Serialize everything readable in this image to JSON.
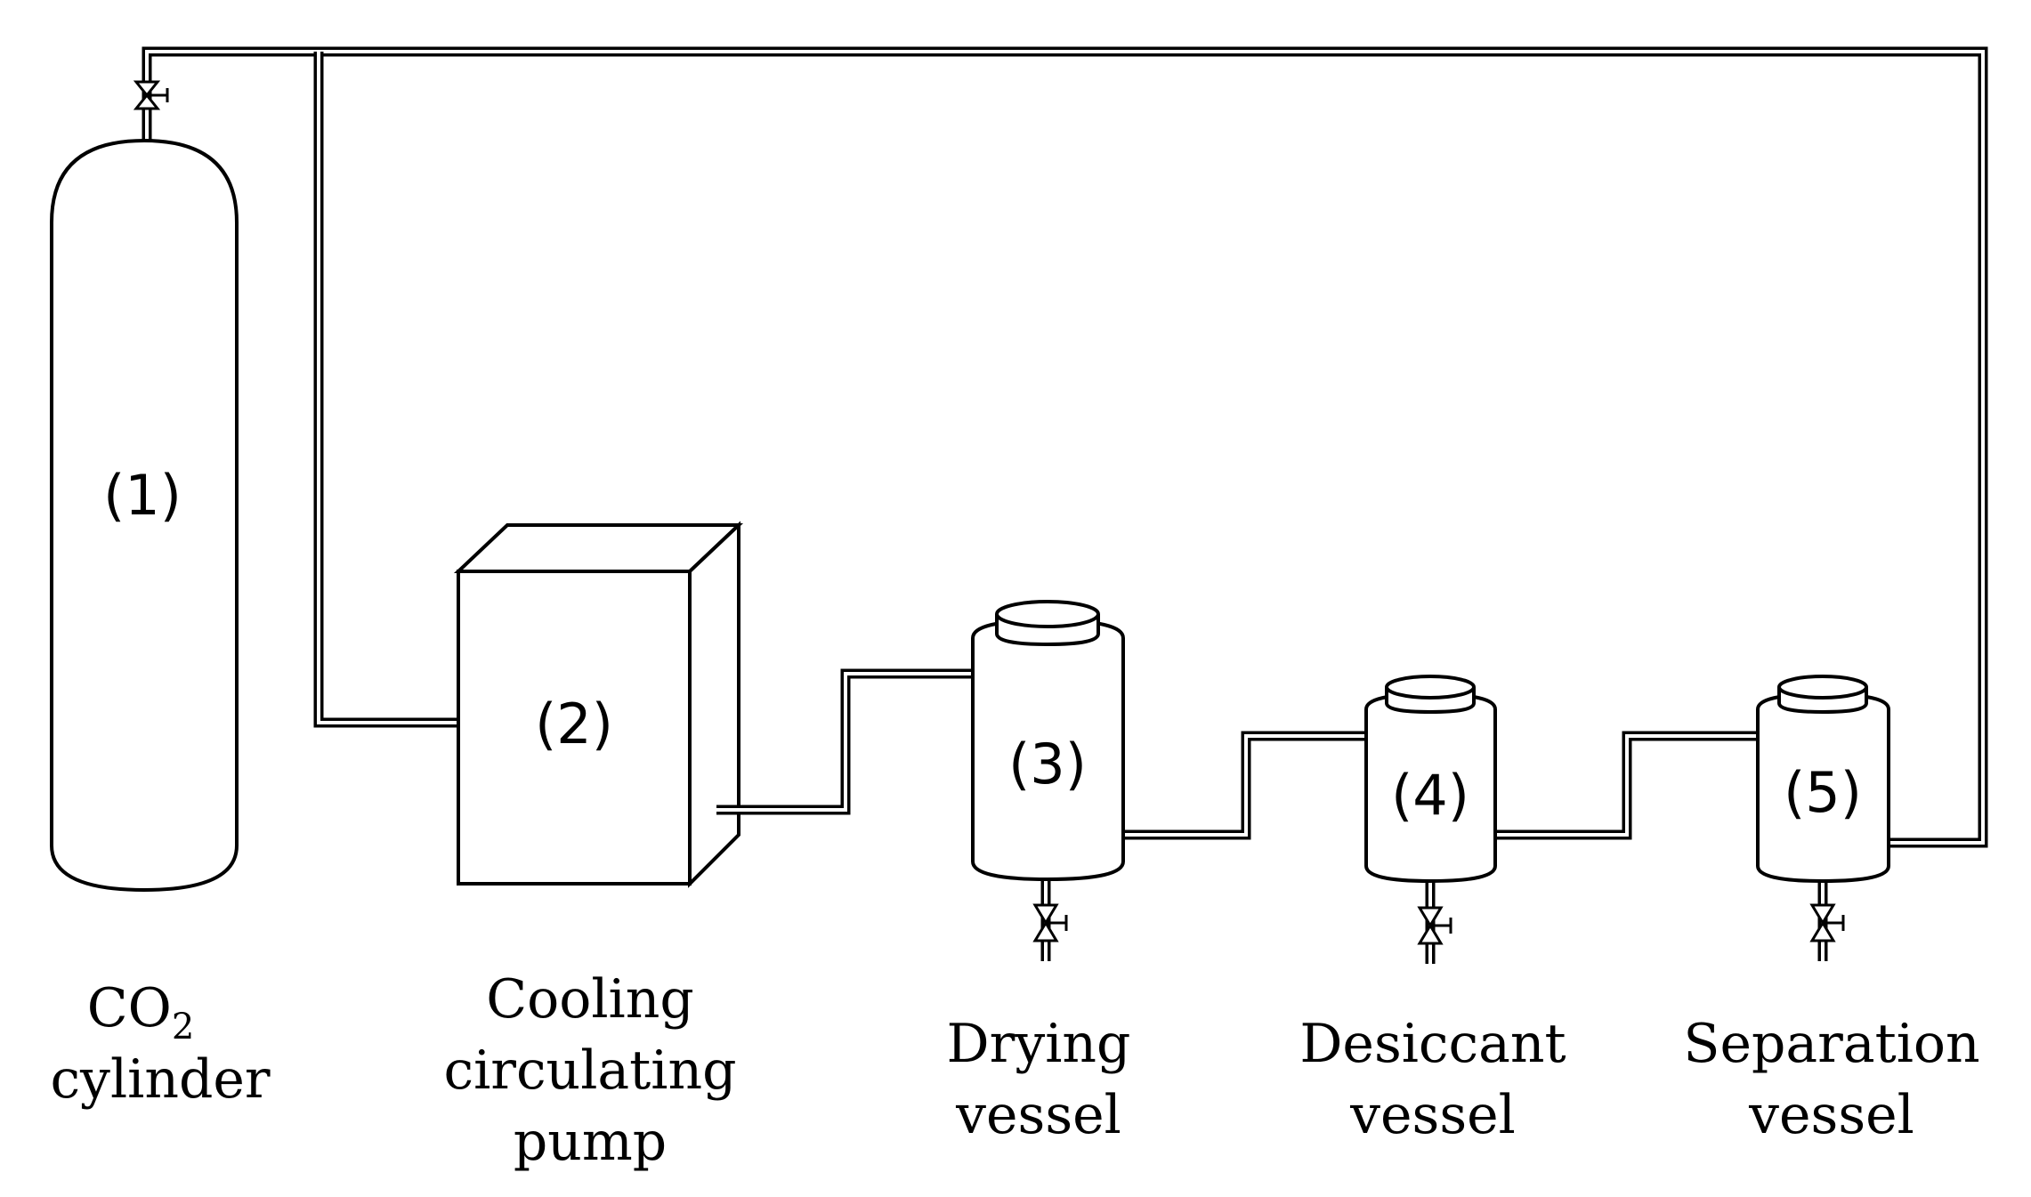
{
  "components": [
    {
      "id": "co2-cylinder",
      "number": "(1)",
      "name_line1_main": "CO",
      "name_line1_sub": "2",
      "name_line2": "cylinder"
    },
    {
      "id": "cooling-pump",
      "number": "(2)",
      "name_line1": "Cooling",
      "name_line2": "circulating",
      "name_line3": "pump"
    },
    {
      "id": "drying-vessel",
      "number": "(3)",
      "name_line1": "Drying",
      "name_line2": "vessel"
    },
    {
      "id": "desiccant-vessel",
      "number": "(4)",
      "name_line1": "Desiccant",
      "name_line2": "vessel"
    },
    {
      "id": "separation-vessel",
      "number": "(5)",
      "name_line1": "Separation",
      "name_line2": "vessel"
    }
  ]
}
